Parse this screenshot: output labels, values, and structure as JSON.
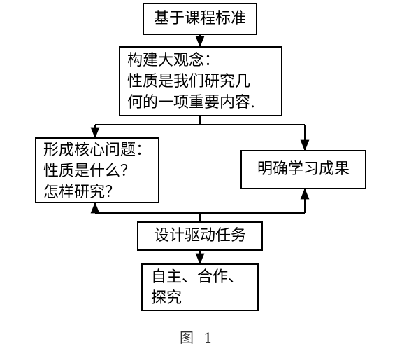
{
  "nodes": {
    "standard": {
      "lines": [
        "基于课程标准"
      ]
    },
    "big_idea": {
      "lines": [
        "构建大观念：",
        "性质是我们研究几",
        "何的一项重要内容."
      ]
    },
    "core_question": {
      "lines": [
        "形成核心问题：",
        "性质是什么？",
        "怎样研究？"
      ]
    },
    "outcome": {
      "lines": [
        "明确学习成果"
      ]
    },
    "task": {
      "lines": [
        "设计驱动任务"
      ]
    },
    "learning": {
      "lines": [
        "自主、合作、",
        "探究"
      ]
    }
  },
  "caption": "图 1"
}
